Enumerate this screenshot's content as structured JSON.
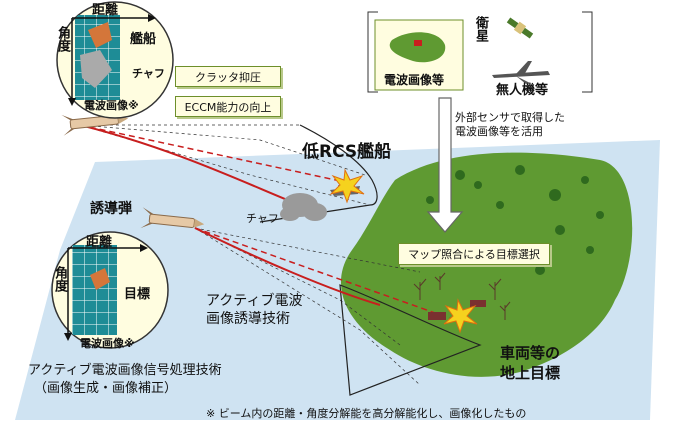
{
  "top_inset": {
    "range_label": "距離",
    "angle_label": "角度",
    "ship_label": "艦船",
    "chaff_label": "チャフ",
    "radio_image_label": "電波画像※"
  },
  "callouts": {
    "clutter": "クラッタ抑圧",
    "eccm": "ECCM能力の向上",
    "map_matching": "マップ照合による目標選択"
  },
  "sensor_panel": {
    "radio_image_label": "電波画像等",
    "satellite_label": "衛星",
    "uav_label": "無人機等"
  },
  "external_sensor_note": [
    "外部センサで取得した",
    "電波画像等を活用"
  ],
  "scene": {
    "low_rcs_ship": "低RCS艦船",
    "chaff_label": "チャフ",
    "missile_label": "誘導弾",
    "active_imaging_tech": [
      "アクティブ電波",
      "画像誘導技術"
    ],
    "ground_target": [
      "車両等の",
      "地上目標"
    ]
  },
  "bottom_inset": {
    "range_label": "距離",
    "angle_label": "角度",
    "target_label": "目標",
    "radio_image_label": "電波画像※"
  },
  "signal_processing_tech": [
    "アクティブ電波画像信号処理技術",
    "（画像生成・画像補正）"
  ],
  "footnote": "※ ビーム内の距離・角度分解能を高分解能化し、画像化したもの",
  "colors": {
    "sea": "#cfe3f2",
    "land": "#5f9a32",
    "beam_red": "#c81e1e",
    "grid_teal": "#1e8c96",
    "callout_fill": "#fffde0"
  }
}
